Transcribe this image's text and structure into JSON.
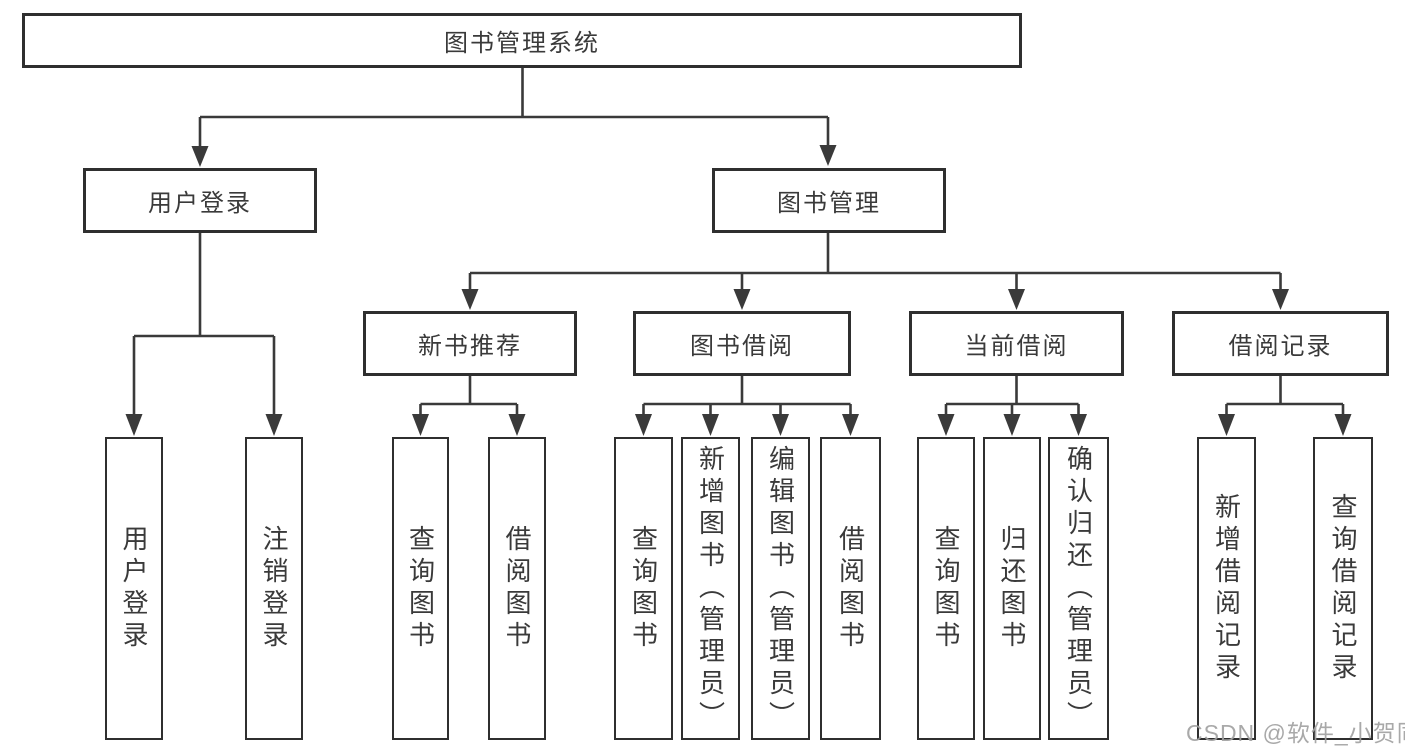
{
  "root": {
    "label": "图书管理系统"
  },
  "level2": {
    "user_login": {
      "label": "用户登录"
    },
    "book_management": {
      "label": "图书管理"
    }
  },
  "level3": {
    "new_book": {
      "label": "新书推荐"
    },
    "book_borrow": {
      "label": "图书借阅"
    },
    "current_borrow": {
      "label": "当前借阅"
    },
    "borrow_record": {
      "label": "借阅记录"
    }
  },
  "level4": {
    "user_login_children": [
      {
        "label": "用户登录"
      },
      {
        "label": "注销登录"
      }
    ],
    "new_book_children": [
      {
        "label": "查询图书"
      },
      {
        "label": "借阅图书"
      }
    ],
    "book_borrow_children": [
      {
        "label": "查询图书"
      },
      {
        "label": "新增图书（管理员）"
      },
      {
        "label": "编辑图书（管理员）"
      },
      {
        "label": "借阅图书"
      }
    ],
    "current_borrow_children": [
      {
        "label": "查询图书"
      },
      {
        "label": "归还图书"
      },
      {
        "label": "确认归还（管理员）"
      }
    ],
    "borrow_record_children": [
      {
        "label": "新增借阅记录"
      },
      {
        "label": "查询借阅记录"
      }
    ]
  },
  "watermark": "CSDN @软件_小贺同学",
  "colors": {
    "line": "#3a3a3a",
    "border": "#2f2f2f",
    "text": "#3a3a3a",
    "background": "#ffffff",
    "watermark": "#a2a2a2"
  }
}
